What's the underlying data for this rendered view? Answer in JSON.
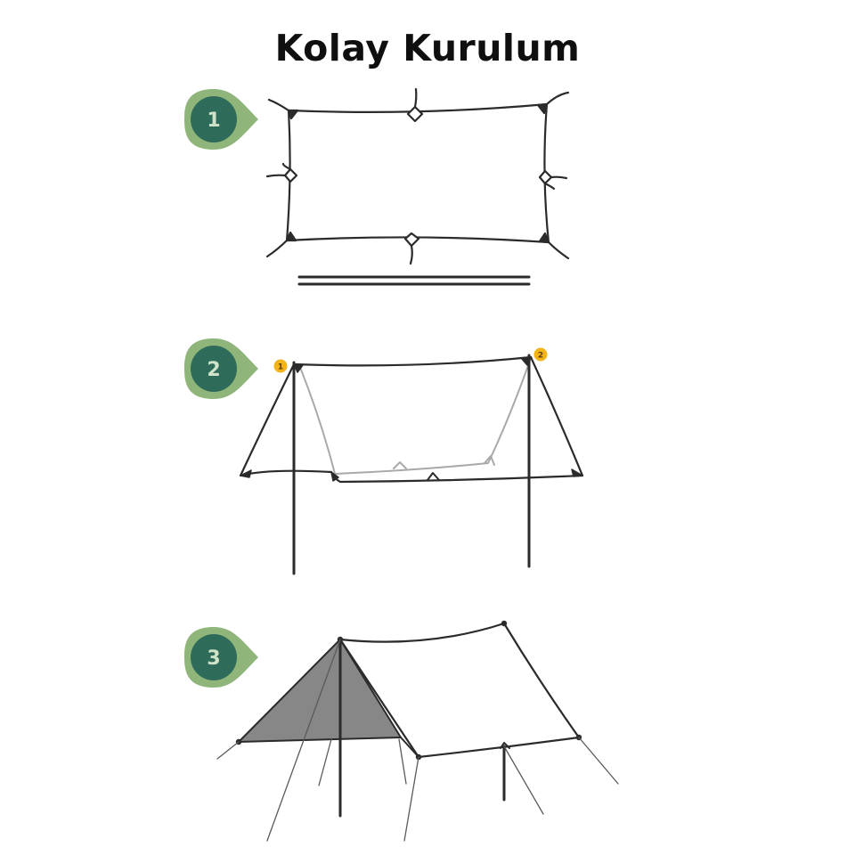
{
  "title": "Kolay Kurulum",
  "steps": [
    {
      "number": "1"
    },
    {
      "number": "2"
    },
    {
      "number": "3"
    }
  ],
  "pole_markers": [
    "1",
    "2"
  ],
  "colors": {
    "badge_outer": "#8fb57a",
    "badge_inner": "#2e6b5a",
    "badge_text": "#cfe3c8",
    "marker_fill": "#f2b418",
    "line": "#2b2b2b",
    "shade": "#878787"
  }
}
